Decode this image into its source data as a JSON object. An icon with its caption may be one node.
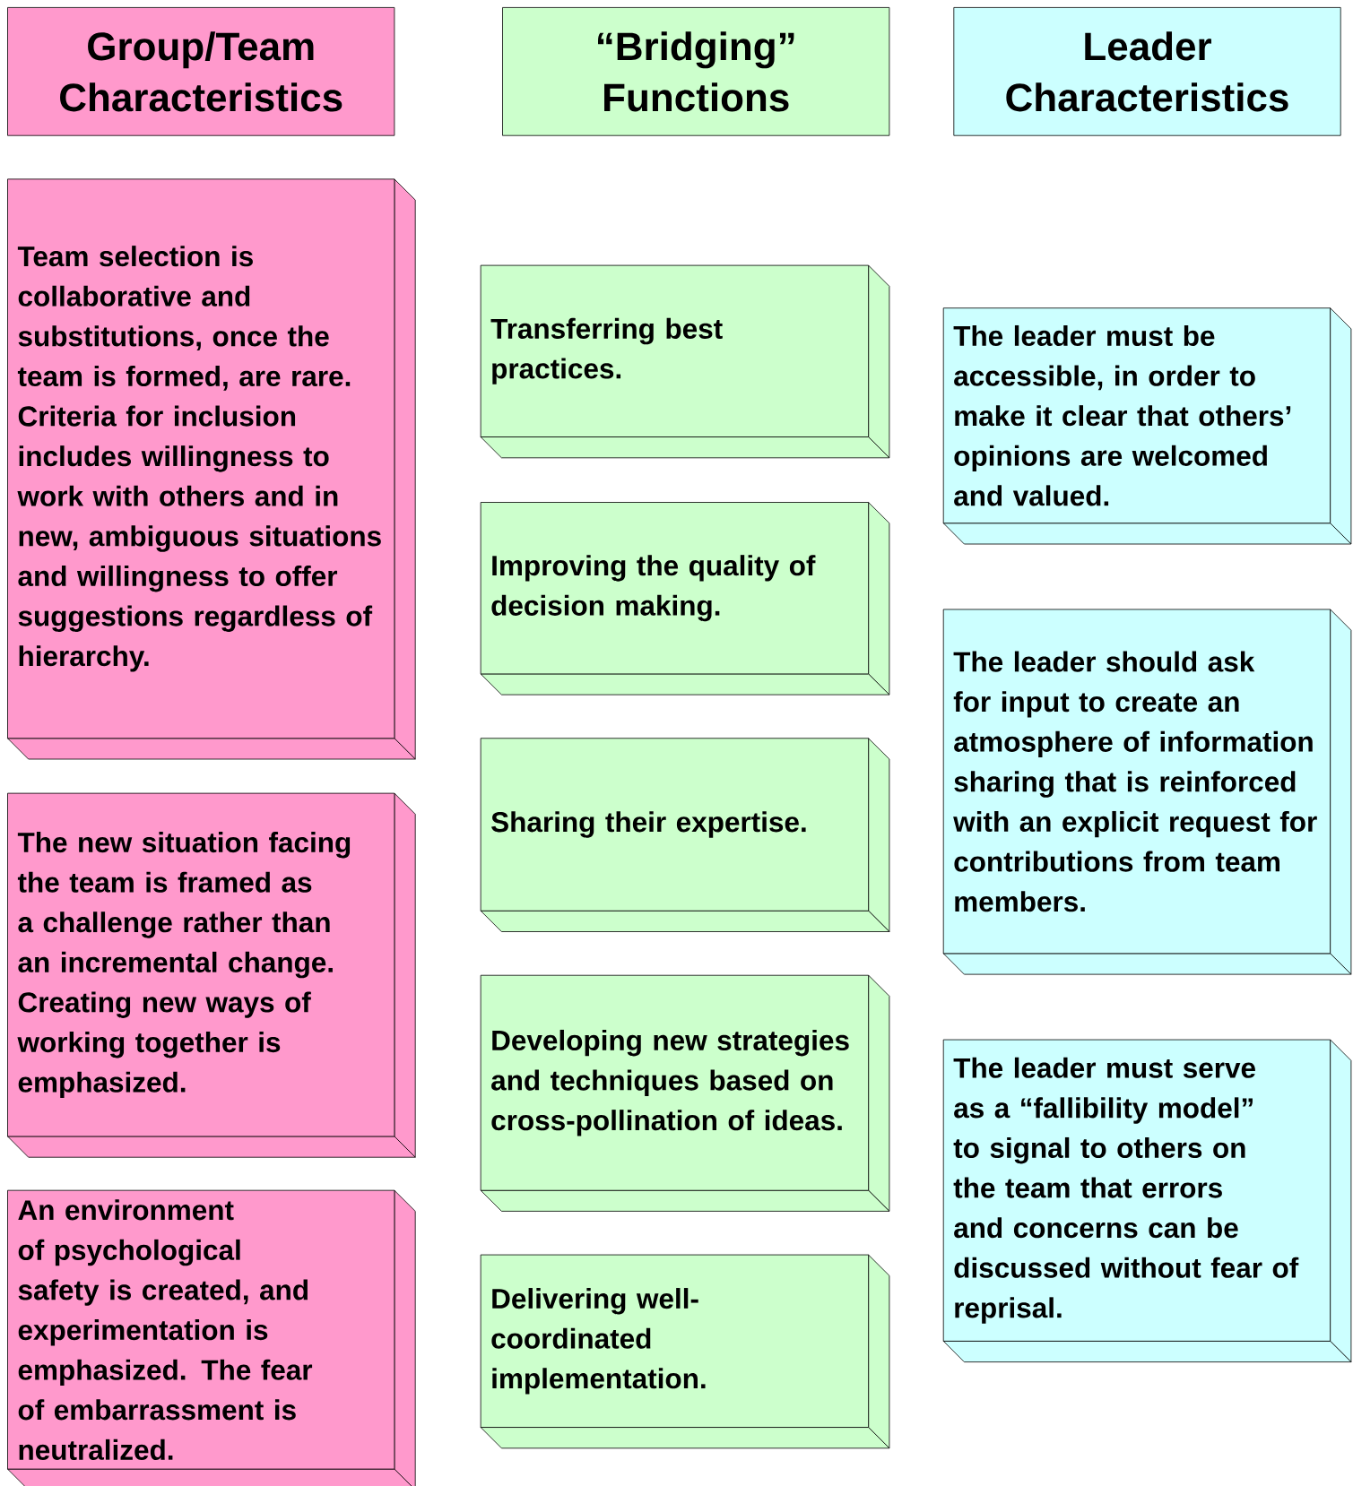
{
  "diagram": {
    "nodes": [
      {
        "text": [
          "Group/Team Characteristics"
        ]
      },
      {
        "text": [
          "“Bridging” Functions"
        ]
      },
      {
        "text": [
          "Leader Characteristics"
        ]
      },
      {
        "text": [
          "Team selection is collaborative and substitutions, once the team is formed, are rare.  Criteria for inclusion includes willingness to work with others and in new, ambiguous situations and willingness to offer suggestions regardless of hierarchy."
        ]
      },
      {
        "text": [
          "The new situation facing the team is framed as a challenge rather than an incremental change.  Creating new ways of working together is emphasized."
        ]
      },
      {
        "text": [
          "An environment of psychological safety is created, and experimentation is emphasized.  The fear of embarrassment is neutralized."
        ]
      },
      {
        "text": [
          "Transferring best practices."
        ]
      },
      {
        "text": [
          "Improving the quality of decision making."
        ]
      },
      {
        "text": [
          "Sharing their expertise."
        ]
      },
      {
        "text": [
          "Developing  new strategies and techniques based on cross-pollination of ideas."
        ]
      },
      {
        "text": [
          "Delivering well-coordinated implementation."
        ]
      },
      {
        "text": [
          "The leader must be accessible, in order to make it clear that others’ opinions are welcomed and valued."
        ]
      },
      {
        "text": [
          "The leader should ask for input to create an atmosphere of information sharing that is reinforced with an explicit request for contributions from team members."
        ]
      },
      {
        "text": [
          "The leader must serve as a “fallibility model” to signal to others on the team that errors and concerns can be discussed without fear of reprisal."
        ]
      }
    ]
  }
}
